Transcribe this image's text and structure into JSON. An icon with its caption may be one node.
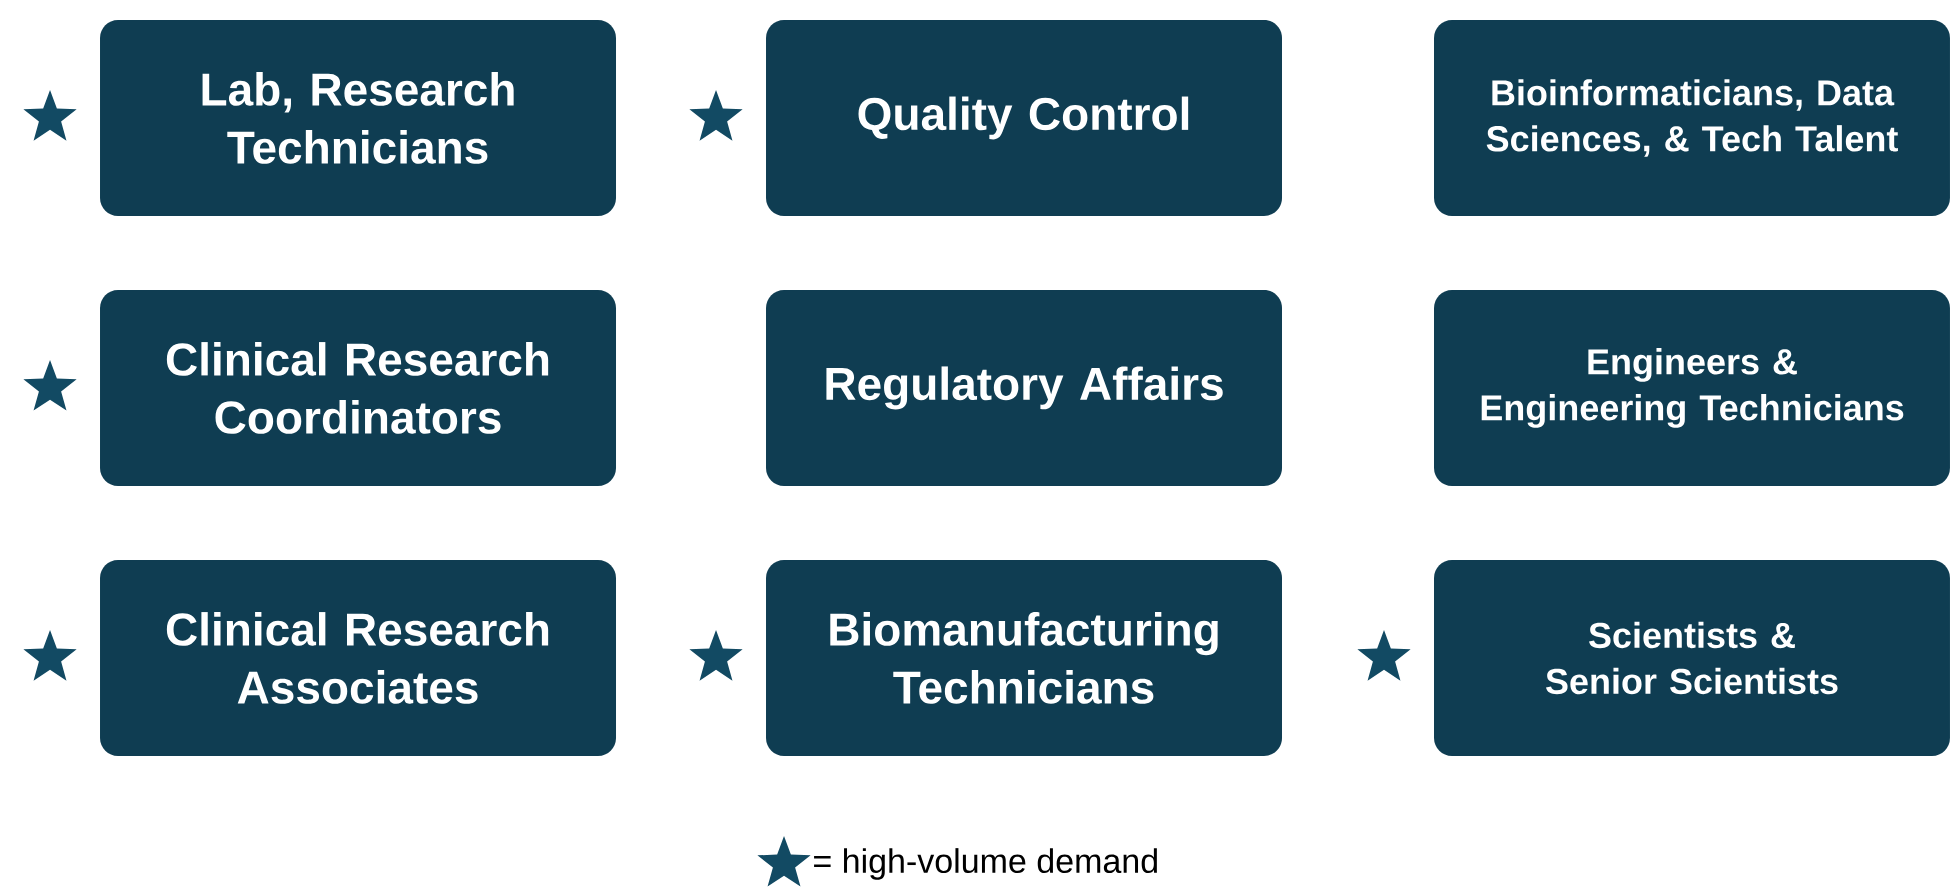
{
  "diagram": {
    "nodes": [
      {
        "text": [
          "Lab, Research Technicians"
        ]
      },
      {
        "text": [
          "Quality Control"
        ]
      },
      {
        "text": [
          "Bioinformaticians, Data Sciences, & Tech Talent"
        ]
      },
      {
        "text": [
          "Clinical Research Coordinators"
        ]
      },
      {
        "text": [
          "Regulatory Affairs"
        ]
      },
      {
        "text": [
          "Engineers & Engineering Technicians"
        ]
      },
      {
        "text": [
          "Clinical Research Associates"
        ]
      },
      {
        "text": [
          "Biomanufacturing Technicians"
        ]
      },
      {
        "text": [
          "Scientists & Senior Scientists"
        ]
      }
    ],
    "legend": [
      {
        "text": "= high-volume demand"
      }
    ]
  }
}
